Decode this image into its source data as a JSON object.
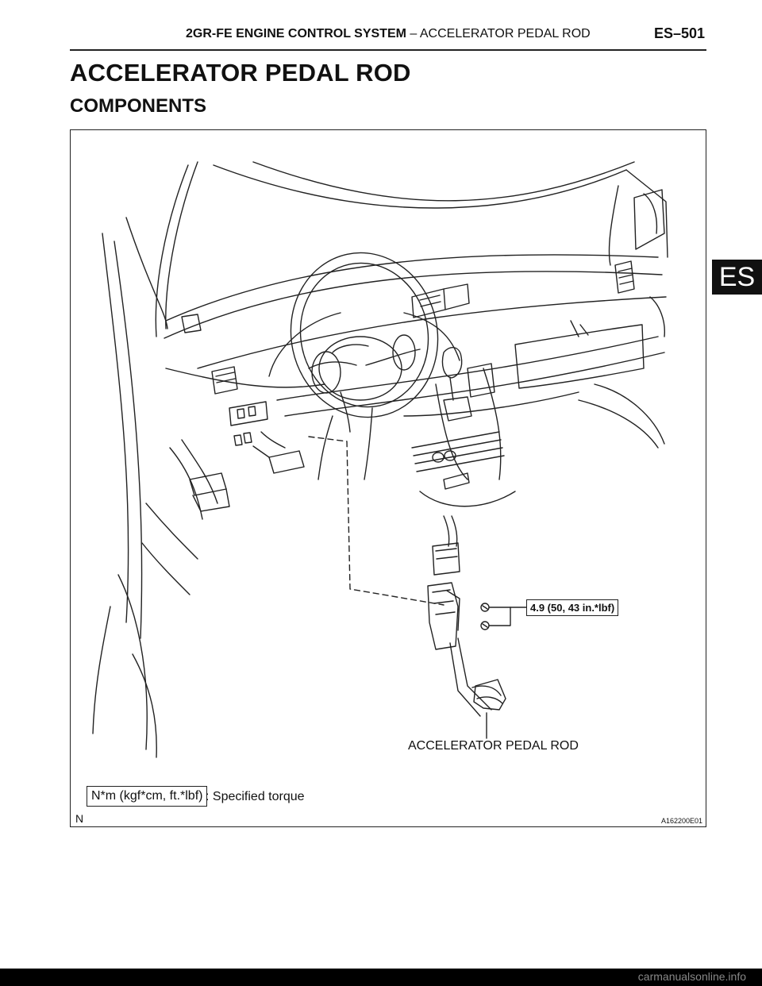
{
  "header": {
    "title_bold": "2GR-FE ENGINE CONTROL SYSTEM",
    "title_rest": "–  ACCELERATOR PEDAL ROD",
    "page": "ES–501"
  },
  "heading": "ACCELERATOR PEDAL ROD",
  "subheading": "COMPONENTS",
  "side_tab": "ES",
  "figure": {
    "torque_label": "4.9 (50, 43 in.*lbf)",
    "part_label": "ACCELERATOR PEDAL ROD",
    "legend_unit": "N*m (kgf*cm, ft.*lbf)",
    "legend_text": ": Specified torque",
    "corner_letter": "N",
    "figure_code": "A162200E01"
  },
  "footer": {
    "text": "carmanualsonline.info"
  }
}
